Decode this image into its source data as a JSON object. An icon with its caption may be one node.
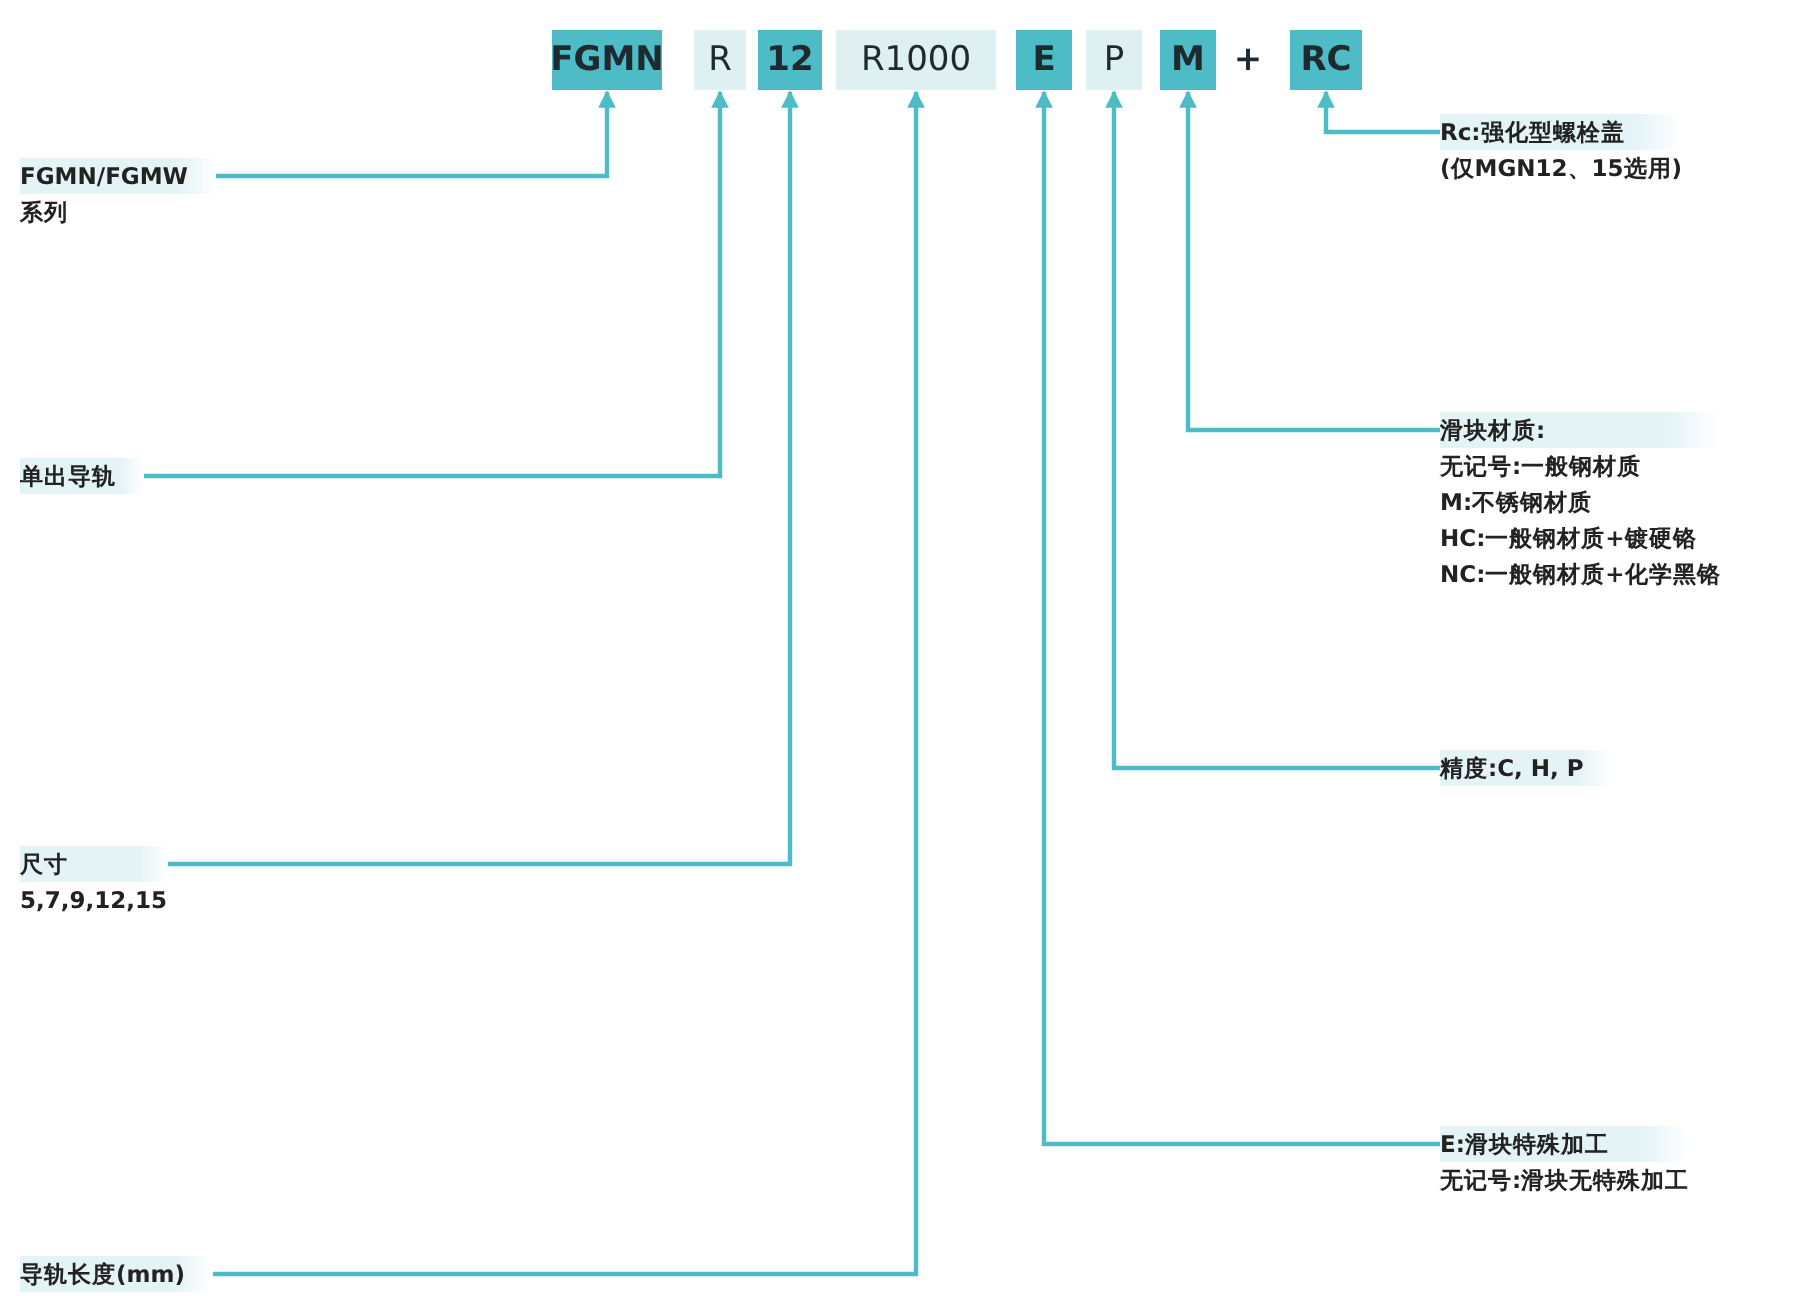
{
  "diagram": {
    "nodes": [
      {
        "text": [
          "FGMN"
        ]
      },
      {
        "text": [
          "R"
        ]
      },
      {
        "text": [
          "12"
        ]
      },
      {
        "text": [
          "R1000"
        ]
      },
      {
        "text": [
          "E"
        ]
      },
      {
        "text": [
          "P"
        ]
      },
      {
        "text": [
          "M"
        ]
      },
      {
        "text": [
          "RC"
        ]
      },
      {
        "text": [
          "FGMN/FGMW",
          "系列"
        ]
      },
      {
        "text": [
          "单出导轨"
        ]
      },
      {
        "text": [
          "尺寸",
          "5,7,9,12,15"
        ]
      },
      {
        "text": [
          "导轨长度(mm)"
        ]
      },
      {
        "text": [
          "Rc:强化型螺栓盖",
          "(仅MGN12、15选用)"
        ]
      },
      {
        "text": [
          "滑块材质:",
          "无记号:一般钢材质",
          "M:不锈钢材质",
          "HC:一般钢材质+镀硬铬",
          "NC:一般钢材质+化学黑铬"
        ]
      },
      {
        "text": [
          "精度:C, H, P"
        ]
      },
      {
        "text": [
          "E:滑块特殊加工",
          "无记号:滑块无特殊加工"
        ]
      }
    ],
    "edges": [
      {
        "from": 8,
        "to": 0,
        "arrow": "to"
      },
      {
        "from": 9,
        "to": 1,
        "arrow": "to"
      },
      {
        "from": 10,
        "to": 2,
        "arrow": "to"
      },
      {
        "from": 11,
        "to": 3,
        "arrow": "to"
      },
      {
        "from": 12,
        "to": 7,
        "arrow": "to"
      },
      {
        "from": 13,
        "to": 6,
        "arrow": "to"
      },
      {
        "from": 14,
        "to": 5,
        "arrow": "to"
      },
      {
        "from": 15,
        "to": 4,
        "arrow": "to"
      }
    ],
    "labels": [
      "+"
    ]
  }
}
